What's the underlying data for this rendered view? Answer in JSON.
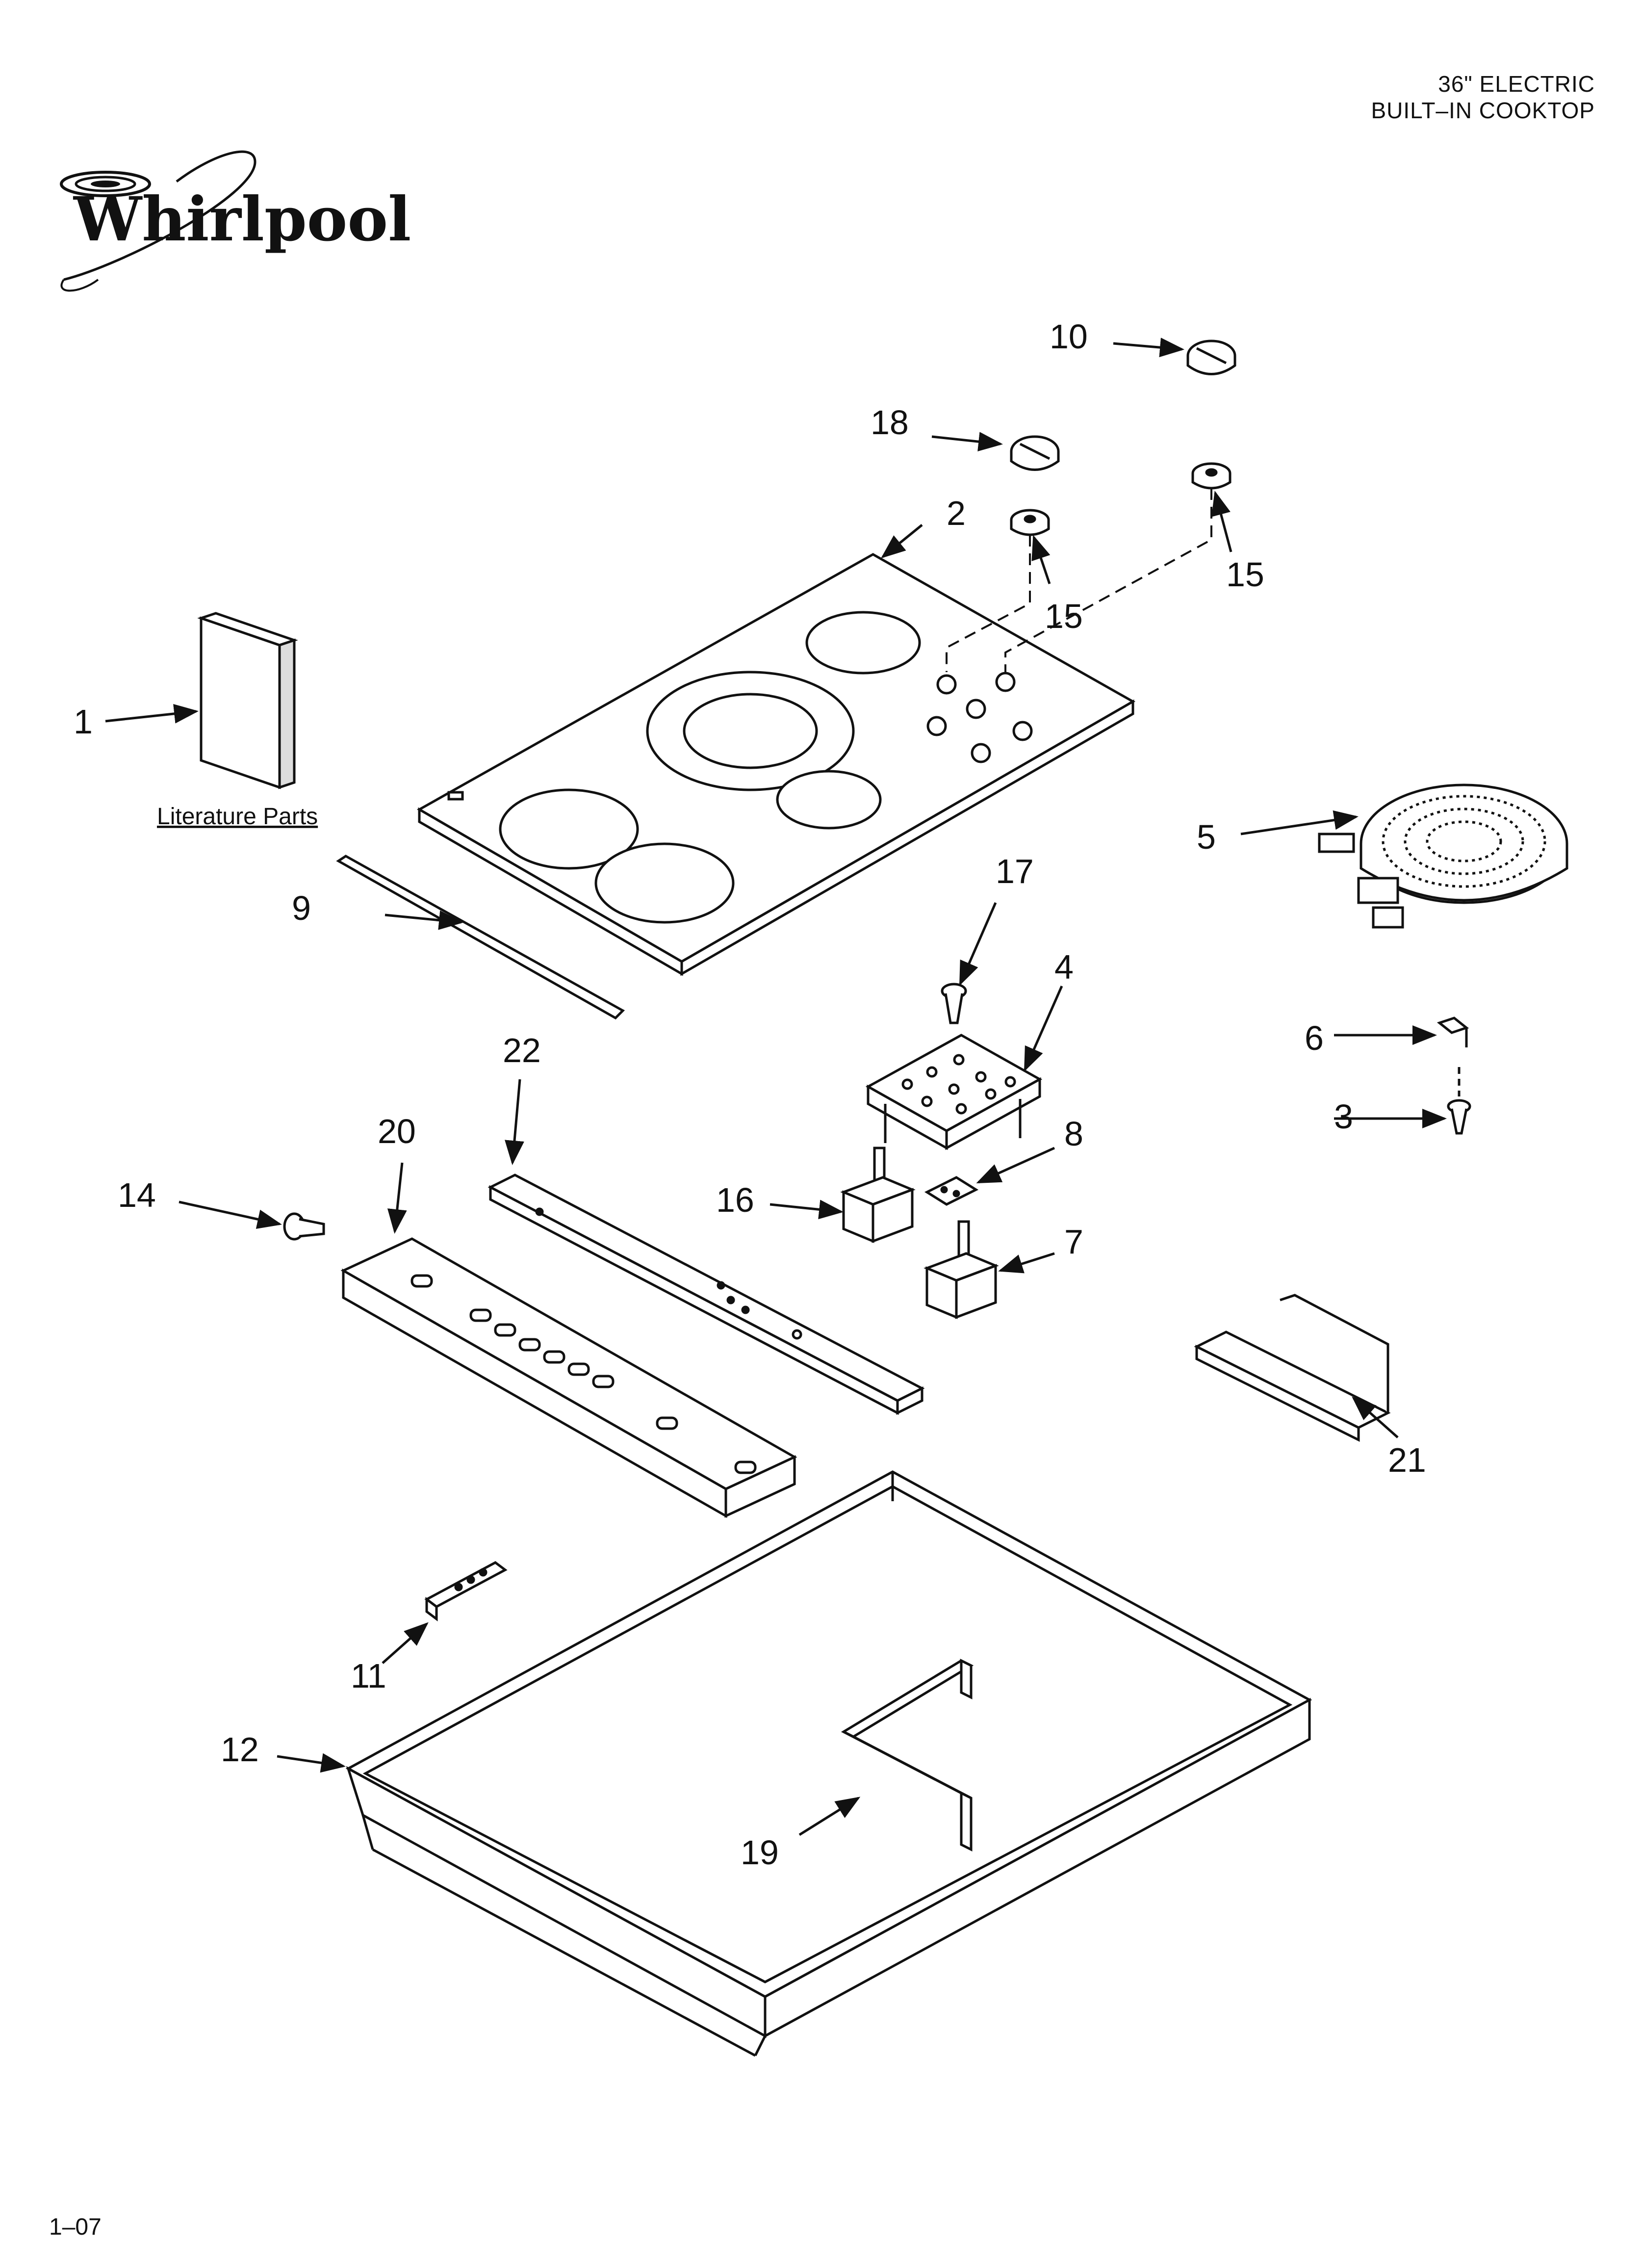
{
  "header": {
    "title_line1": "36\" ELECTRIC",
    "title_line2": "BUILT–IN COOKTOP"
  },
  "brand": {
    "name": "Whirlpool"
  },
  "footer": {
    "page_code": "1–07"
  },
  "literature_label": "Literature Parts",
  "callouts": {
    "c1": "1",
    "c2": "2",
    "c3": "3",
    "c4": "4",
    "c5": "5",
    "c6": "6",
    "c7": "7",
    "c8": "8",
    "c9": "9",
    "c10": "10",
    "c11": "11",
    "c12": "12",
    "c14": "14",
    "c15a": "15",
    "c15b": "15",
    "c16": "16",
    "c17": "17",
    "c18": "18",
    "c19": "19",
    "c20": "20",
    "c21": "21",
    "c22": "22"
  }
}
